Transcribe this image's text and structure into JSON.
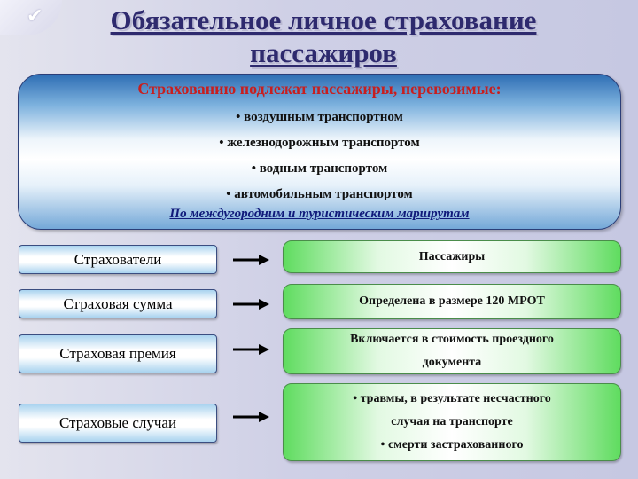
{
  "slide": {
    "title_line1": "Обязательное личное страхование",
    "title_line2": "пассажиров",
    "panel": {
      "heading": "Страхованию подлежат пассажиры, перевозимые:",
      "items": [
        "• воздушным транспортном",
        "• железнодорожным транспортом",
        "• водным транспортом",
        "• автомобильным транспортом"
      ],
      "footer": "По междугородним и туристическим маршрутам"
    },
    "rows": [
      {
        "label": "Страхователи",
        "value_lines": [
          "Пассажиры"
        ]
      },
      {
        "label": "Страховая сумма",
        "value_lines": [
          "Определена в размере 120 МРОТ"
        ]
      },
      {
        "label": "Страховая премия",
        "value_lines": [
          "Включается в стоимость проездного",
          "документа"
        ]
      },
      {
        "label": "Страховые случаи",
        "value_lines": [
          "• травмы, в результате несчастного",
          "случая на транспорте",
          "• смерти застрахованного"
        ]
      }
    ]
  },
  "icons": {
    "corner": "check-mark-icon",
    "arrow": "arrow-right-icon"
  },
  "colors": {
    "title": "#2e2a6e",
    "heading": "#c81e1e",
    "footer": "#101a7a",
    "green": "#5fdc5f",
    "blue": "#a9d3ef"
  }
}
